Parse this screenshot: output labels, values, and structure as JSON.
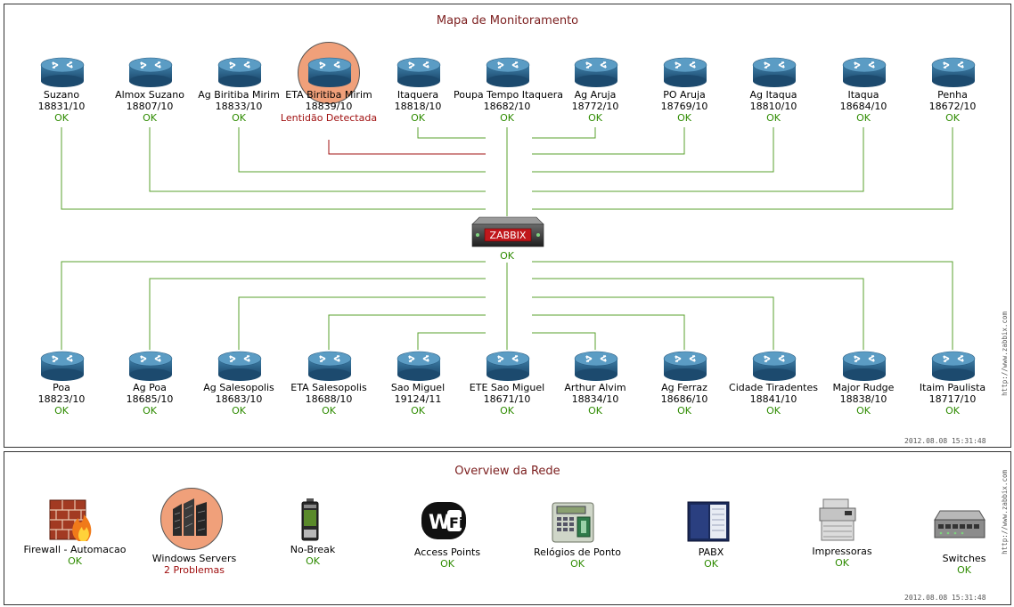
{
  "top_map": {
    "title": "Mapa de Monitoramento",
    "watermark": "http://www.zabbix.com",
    "timestamp": "2012.08.08 15:31:48",
    "server": {
      "icon": "zabbix-server-icon",
      "label": "ZABBIX",
      "status": "OK"
    },
    "top_nodes": [
      {
        "name": "Suzano",
        "code": "18831/10",
        "status": "OK",
        "problem": false
      },
      {
        "name": "Almox Suzano",
        "code": "18807/10",
        "status": "OK",
        "problem": false
      },
      {
        "name": "Ag Biritiba Mirim",
        "code": "18833/10",
        "status": "OK",
        "problem": false
      },
      {
        "name": "ETA Biritiba Mirim",
        "code": "18839/10",
        "status": "Lentidão Detectada",
        "problem": true
      },
      {
        "name": "Itaquera",
        "code": "18818/10",
        "status": "OK",
        "problem": false
      },
      {
        "name": "Poupa Tempo Itaquera",
        "code": "18682/10",
        "status": "OK",
        "problem": false
      },
      {
        "name": "Ag Aruja",
        "code": "18772/10",
        "status": "OK",
        "problem": false
      },
      {
        "name": "PO Aruja",
        "code": "18769/10",
        "status": "OK",
        "problem": false
      },
      {
        "name": "Ag Itaqua",
        "code": "18810/10",
        "status": "OK",
        "problem": false
      },
      {
        "name": "Itaqua",
        "code": "18684/10",
        "status": "OK",
        "problem": false
      },
      {
        "name": "Penha",
        "code": "18672/10",
        "status": "OK",
        "problem": false
      }
    ],
    "bottom_nodes": [
      {
        "name": "Poa",
        "code": "18823/10",
        "status": "OK"
      },
      {
        "name": "Ag Poa",
        "code": "18685/10",
        "status": "OK"
      },
      {
        "name": "Ag Salesopolis",
        "code": "18683/10",
        "status": "OK"
      },
      {
        "name": "ETA Salesopolis",
        "code": "18688/10",
        "status": "OK"
      },
      {
        "name": "Sao Miguel",
        "code": "19124/11",
        "status": "OK"
      },
      {
        "name": "ETE Sao Miguel",
        "code": "18671/10",
        "status": "OK"
      },
      {
        "name": "Arthur Alvim",
        "code": "18834/10",
        "status": "OK"
      },
      {
        "name": "Ag Ferraz",
        "code": "18686/10",
        "status": "OK"
      },
      {
        "name": "Cidade Tiradentes",
        "code": "18841/10",
        "status": "OK"
      },
      {
        "name": "Major Rudge",
        "code": "18838/10",
        "status": "OK"
      },
      {
        "name": "Itaim Paulista",
        "code": "18717/10",
        "status": "OK"
      }
    ],
    "colors": {
      "link_ok": "#5aa02c",
      "link_problem": "#a01010",
      "problem_halo": "#f0a07a"
    }
  },
  "bottom_map": {
    "title": "Overview da Rede",
    "watermark": "http://www.zabbix.com",
    "timestamp": "2012.08.08 15:31:48",
    "items": [
      {
        "name": "Firewall - Automacao",
        "status": "OK",
        "problem": false,
        "icon": "firewall-icon"
      },
      {
        "name": "Windows Servers",
        "status": "2 Problemas",
        "problem": true,
        "icon": "servers-icon"
      },
      {
        "name": "No-Break",
        "status": "OK",
        "problem": false,
        "icon": "battery-icon"
      },
      {
        "name": "Access Points",
        "status": "OK",
        "problem": false,
        "icon": "wifi-icon"
      },
      {
        "name": "Relógios de Ponto",
        "status": "OK",
        "problem": false,
        "icon": "time-clock-icon"
      },
      {
        "name": "PABX",
        "status": "OK",
        "problem": false,
        "icon": "pabx-icon"
      },
      {
        "name": "Impressoras",
        "status": "OK",
        "problem": false,
        "icon": "printer-icon"
      },
      {
        "name": "Switches",
        "status": "OK",
        "problem": false,
        "icon": "switch-icon"
      }
    ]
  }
}
